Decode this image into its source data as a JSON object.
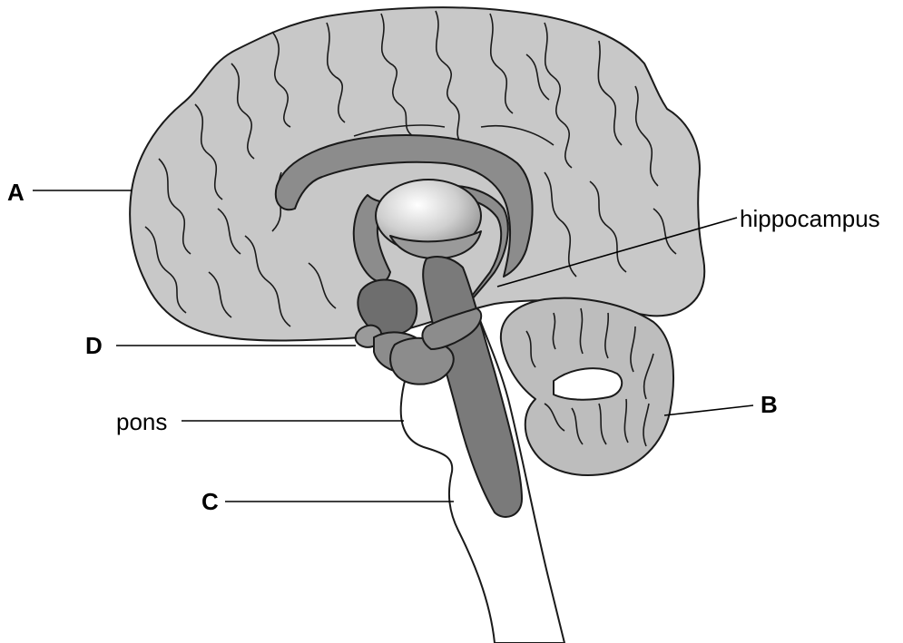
{
  "labels": {
    "a": "A",
    "b": "B",
    "c": "C",
    "d": "D",
    "pons": "pons",
    "hippocampus": "hippocampus"
  },
  "colors": {
    "cerebrum": "#c8c8c8",
    "cerebellum": "#bdbdbd",
    "limbic": "#8c8c8c",
    "brainstem_core": "#7a7a7a",
    "thalamus": "#d8d8d8",
    "brainstem_outline": "#ffffff"
  }
}
